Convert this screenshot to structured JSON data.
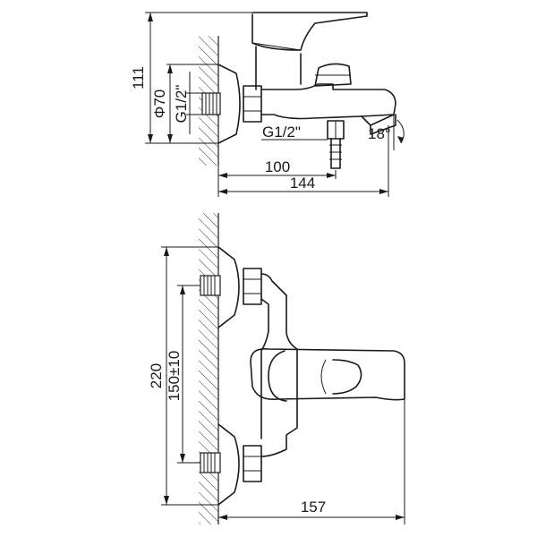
{
  "side_view": {
    "dim_height": "111",
    "dim_diameter": "Φ70",
    "dim_thread_inlet": "G1/2\"",
    "dim_thread_outlet": "G1/2\"",
    "dim_angle": "18°",
    "dim_depth_outlet": "100",
    "dim_depth_total": "144"
  },
  "front_view": {
    "dim_height_total": "220",
    "dim_centers": "150±10",
    "dim_length": "157"
  }
}
